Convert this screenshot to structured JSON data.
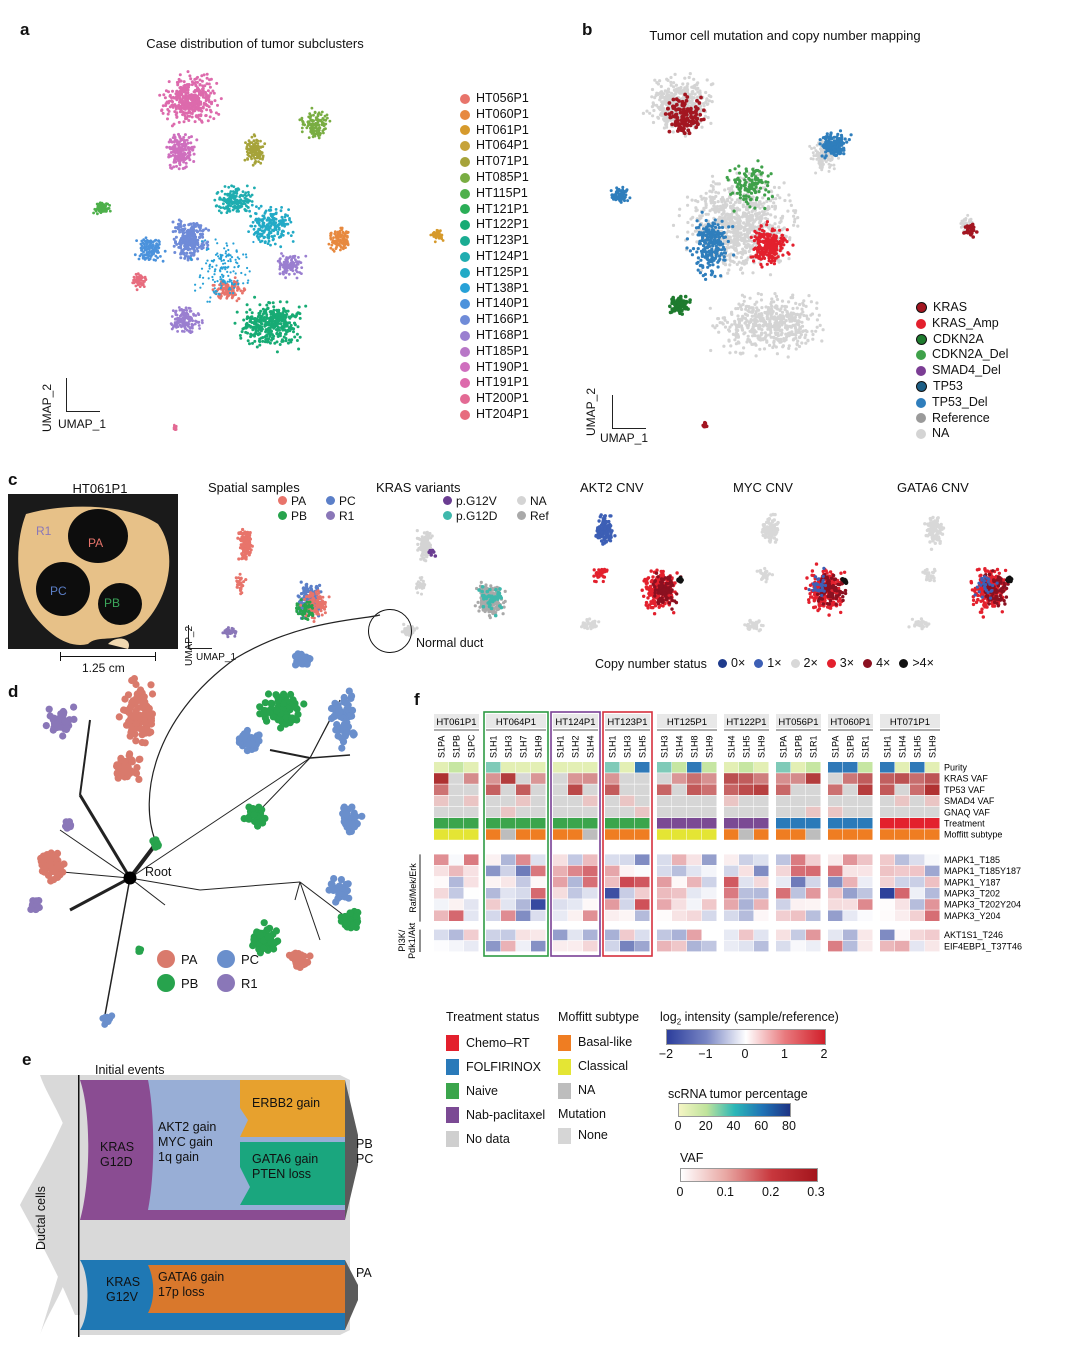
{
  "panel_a": {
    "label": "a",
    "title": "Case distribution of tumor subclusters",
    "axis_x": "UMAP_1",
    "axis_y": "UMAP_2",
    "legend": [
      {
        "name": "HT056P1",
        "color": "#e8746b"
      },
      {
        "name": "HT060P1",
        "color": "#e7893f"
      },
      {
        "name": "HT061P1",
        "color": "#d69a2c"
      },
      {
        "name": "HT064P1",
        "color": "#c6a33a"
      },
      {
        "name": "HT071P1",
        "color": "#a6a33a"
      },
      {
        "name": "HT085P1",
        "color": "#79ad42"
      },
      {
        "name": "HT115P1",
        "color": "#4eb04b"
      },
      {
        "name": "HT121P1",
        "color": "#2bae57"
      },
      {
        "name": "HT122P1",
        "color": "#17ab74"
      },
      {
        "name": "HT123P1",
        "color": "#1aac92"
      },
      {
        "name": "HT124P1",
        "color": "#1fadb0"
      },
      {
        "name": "HT125P1",
        "color": "#22aac6"
      },
      {
        "name": "HT138P1",
        "color": "#27a1d7"
      },
      {
        "name": "HT140P1",
        "color": "#4b92dc"
      },
      {
        "name": "HT166P1",
        "color": "#6f8bd8"
      },
      {
        "name": "HT168P1",
        "color": "#9a7fd0"
      },
      {
        "name": "HT185P1",
        "color": "#b877c7"
      },
      {
        "name": "HT190P1",
        "color": "#cf6fbe"
      },
      {
        "name": "HT191P1",
        "color": "#dd6aac"
      },
      {
        "name": "HT200P1",
        "color": "#e36a94"
      },
      {
        "name": "HT204P1",
        "color": "#e76c7e"
      }
    ]
  },
  "panel_b": {
    "label": "b",
    "title": "Tumor cell mutation and copy number mapping",
    "axis_x": "UMAP_1",
    "axis_y": "UMAP_2",
    "legend": [
      {
        "name": "KRAS",
        "color": "#a31621",
        "ring": true
      },
      {
        "name": "KRAS_Amp",
        "color": "#e3202d",
        "ring": false
      },
      {
        "name": "CDKN2A",
        "color": "#1e7b2e",
        "ring": true
      },
      {
        "name": "CDKN2A_Del",
        "color": "#3fa14a",
        "ring": false
      },
      {
        "name": "SMAD4_Del",
        "color": "#7b3d94",
        "ring": false
      },
      {
        "name": "TP53",
        "color": "#1d5f86",
        "ring": true
      },
      {
        "name": "TP53_Del",
        "color": "#2f7ebc",
        "ring": false
      },
      {
        "name": "Reference",
        "color": "#9a9a9a",
        "ring": false
      },
      {
        "name": "NA",
        "color": "#d4d4d4",
        "ring": false
      }
    ]
  },
  "panel_c": {
    "label": "c",
    "photo_title": "HT061P1",
    "photo_regions": [
      {
        "name": "R1",
        "color": "#8a77b8"
      },
      {
        "name": "PA",
        "color": "#e8746b"
      },
      {
        "name": "PC",
        "color": "#5b7fc8"
      },
      {
        "name": "PB",
        "color": "#3ba55a"
      }
    ],
    "scale_label": "1.25 cm",
    "spatial_title": "Spatial samples",
    "spatial_legend": [
      {
        "name": "PA",
        "color": "#e8746b"
      },
      {
        "name": "PC",
        "color": "#5b7fc8"
      },
      {
        "name": "PB",
        "color": "#27a34d"
      },
      {
        "name": "R1",
        "color": "#8a77b8"
      }
    ],
    "kras_title": "KRAS variants",
    "kras_legend": [
      {
        "name": "p.G12V",
        "color": "#6a3d91"
      },
      {
        "name": "NA",
        "color": "#d4d4d4"
      },
      {
        "name": "p.G12D",
        "color": "#3fb8ac"
      },
      {
        "name": "Ref",
        "color": "#a9a9a9"
      }
    ],
    "normal_duct": "Normal duct",
    "axis_x": "UMAP_1",
    "axis_y": "UMAP_2",
    "cnv_titles": [
      "AKT2 CNV",
      "MYC CNV",
      "GATA6 CNV"
    ],
    "copy_status_title": "Copy number status",
    "copy_status": [
      {
        "name": "0×",
        "color": "#1f3b8c"
      },
      {
        "name": "1×",
        "color": "#3d5fb5"
      },
      {
        "name": "2×",
        "color": "#d8d8d8"
      },
      {
        "name": "3×",
        "color": "#e3202d"
      },
      {
        "name": "4×",
        "color": "#8b1020"
      },
      {
        "name": ">4×",
        "color": "#111111"
      }
    ]
  },
  "panel_d": {
    "label": "d",
    "root_label": "Root",
    "legend": [
      {
        "name": "PA",
        "color": "#d97a6c"
      },
      {
        "name": "PC",
        "color": "#6a8fcc"
      },
      {
        "name": "PB",
        "color": "#27a34d"
      },
      {
        "name": "R1",
        "color": "#8a77b8"
      }
    ]
  },
  "panel_e": {
    "label": "e",
    "initial_events": "Initial events",
    "side_label": "Ductal cells",
    "blocks": [
      {
        "text": "KRAS\nG12D"
      },
      {
        "text": "AKT2 gain\nMYC gain\n1q gain"
      },
      {
        "text": "ERBB2 gain"
      },
      {
        "text": "GATA6 gain\nPTEN loss"
      },
      {
        "text": "PB\nPC"
      },
      {
        "text": "KRAS\nG12V"
      },
      {
        "text": "GATA6 gain\n17p loss"
      },
      {
        "text": "PA"
      }
    ]
  },
  "panel_f": {
    "label": "f",
    "cases": [
      {
        "name": "HT061P1",
        "samples": [
          "S1PA",
          "S1PB",
          "S1PC"
        ],
        "box": ""
      },
      {
        "name": "HT064P1",
        "samples": [
          "S1H1",
          "S1H3",
          "S1H7",
          "S1H9"
        ],
        "box": "#2e9b44"
      },
      {
        "name": "HT124P1",
        "samples": [
          "S1H1",
          "S1H2",
          "S1H4"
        ],
        "box": "#7a4095"
      },
      {
        "name": "HT123P1",
        "samples": [
          "S1H1",
          "S1H3",
          "S1H5"
        ],
        "box": "#d6303d"
      },
      {
        "name": "HT125P1",
        "samples": [
          "S1H3",
          "S1H4",
          "S1H8",
          "S1H9"
        ],
        "box": ""
      },
      {
        "name": "HT122P1",
        "samples": [
          "S1H4",
          "S1H5",
          "S1H9"
        ],
        "box": ""
      },
      {
        "name": "HT056P1",
        "samples": [
          "S1PA",
          "S1PB",
          "S1R1"
        ],
        "box": ""
      },
      {
        "name": "HT060P1",
        "samples": [
          "S1PA",
          "S1PB",
          "S1R1"
        ],
        "box": ""
      },
      {
        "name": "HT071P1",
        "samples": [
          "S1H1",
          "S1H4",
          "S1H5",
          "S1H9"
        ],
        "box": ""
      }
    ],
    "annotation_rows": [
      "Purity",
      "KRAS VAF",
      "TP53 VAF",
      "SMAD4 VAF",
      "GNAQ VAF",
      "Treatment",
      "Moffitt subtype"
    ],
    "protein_rows_group1": [
      "MAPK1_T185",
      "MAPK1_T185Y187",
      "MAPK1_Y187",
      "MAPK3_T202",
      "MAPK3_T202Y204",
      "MAPK3_Y204"
    ],
    "protein_rows_group2": [
      "AKT1S1_T246",
      "EIF4EBP1_T37T46"
    ],
    "group1_label": "Raf/Mek/Erk",
    "group2_label_1": "PI3K/",
    "group2_label_2": "Pdk1/Akt",
    "treatment_title": "Treatment status",
    "treatment_legend": [
      {
        "name": "Chemo–RT",
        "color": "#e3202d"
      },
      {
        "name": "FOLFIRINOX",
        "color": "#2a7ab9"
      },
      {
        "name": "Naive",
        "color": "#3ba54c"
      },
      {
        "name": "Nab-paclitaxel",
        "color": "#7b4a94"
      },
      {
        "name": "No data",
        "color": "#cfcfcf"
      }
    ],
    "moffitt_title": "Moffitt subtype",
    "moffitt_legend": [
      {
        "name": "Basal-like",
        "color": "#ef7d22"
      },
      {
        "name": "Classical",
        "color": "#e4e534"
      },
      {
        "name": "NA",
        "color": "#bdbdbd"
      }
    ],
    "mutation_title": "Mutation",
    "mutation_legend": [
      {
        "name": "None",
        "color": "#d6d6d6"
      }
    ],
    "log2_title_pre": "log",
    "log2_sub": "2",
    "log2_title_post": " intensity (sample/reference)",
    "log2_ticks": [
      "−2",
      "−1",
      "0",
      "1",
      "2"
    ],
    "scrna_title": "scRNA tumor percentage",
    "scrna_ticks": [
      "0",
      "20",
      "40",
      "60",
      "80"
    ],
    "vaf_title": "VAF",
    "vaf_ticks": [
      "0",
      "0.1",
      "0.2",
      "0.3"
    ]
  }
}
